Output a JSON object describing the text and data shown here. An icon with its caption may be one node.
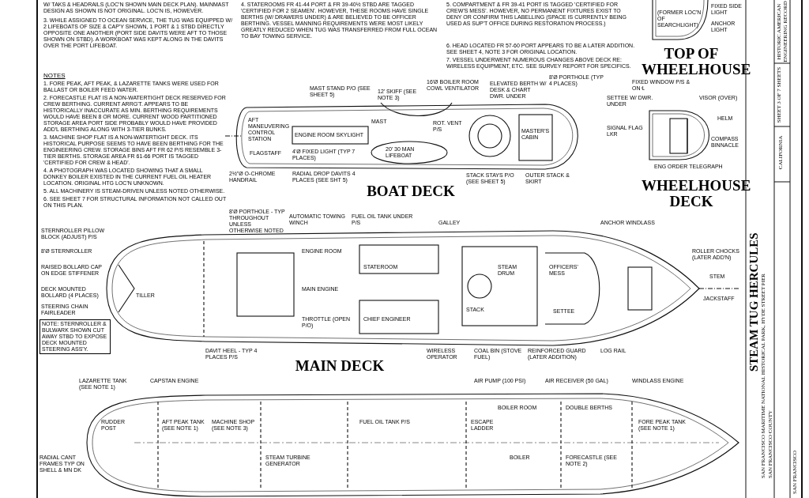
{
  "diagram": {
    "labels": [
      "W/ TAKS & HEADRAILS (LOC'N SHOWN MAIN DECK PLAN). MAINMAST DESIGN AS SHOWN IS NOT ORIGINAL. LOC'N IS, HOWEVER.",
      "3. WHILE ASSIGNED TO OCEAN SERVICE, THE TUG WAS EQUIPPED W/ 2 LIFEBOATS OF SIZE & CAP'Y SHOWN, 1 PORT & 1 STBD DIRECTLY OPPOSITE ONE ANOTHER (PORT SIDE DAVITS WERE AFT TO THOSE SHOWN ON STBD). A WORKBOAT WAS KEPT ALONG IN THE DAVITS OVER THE PORT LIFEBOAT.",
      "4. STATEROOMS FR 41-44 PORT & FR 39-40½ STBD ARE TAGGED 'CERTIFIED FOR 2 SEAMEN'. HOWEVER, THESE ROOMS HAVE SINGLE BERTHS (W/ DRAWERS UNDER) & ARE BELIEVED TO BE OFFICER BERTHING. VESSEL MANNING REQUIREMENTS WERE MOST LIKELY GREATLY REDUCED WHEN TUG WAS TRANSFERRED FROM FULL OCEAN TO BAY TOWING SERVICE.",
      "5. COMPARTMENT & FR 39-41 PORT IS TAGGED 'CERTIFIED FOR CREW'S MESS'. HOWEVER, NO PERMANENT FIXTURES EXIST TO DENY OR CONFIRM THIS LABELLING (SPACE IS CURRENTLY BEING USED AS SUP'T OFFICE DURING RESTORATION PROCESS.)",
      "6. HEAD LOCATED FR 57-60 PORT APPEARS TO BE A LATER ADDITION. SEE SHEET 4, NOTE 3 FOR ORIGINAL LOCATION.",
      "7. VESSEL UNDERWENT NUMEROUS CHANGES ABOVE DECK RE: WIRELESS EQUIPMENT, ETC. SEE SURVEY REPORT FOR SPECIFICS.",
      "NOTES",
      "1. FORE PEAK, AFT PEAK, & LAZARETTE TANKS WERE USED FOR BALLAST OR BOILER FEED WATER.",
      "2. FORECASTLE FLAT IS A NON-WATERTIGHT DECK RESERVED FOR CREW BERTHING. CURRENT ARRG'T. APPEARS TO BE HISTORICALLY INACCURATE AS MIN. BERTHING REQUIREMENTS WOULD HAVE BEEN 8 OR MORE. CURRENT WOOD PARTITIONED STORAGE AREA PORT SIDE PROBABLY WOULD HAVE PROVIDED ADD'L BERTHING ALONG WITH 3-TIER BUNKS.",
      "3. MACHINE SHOP FLAT IS A NON-WATERTIGHT DECK. ITS HISTORICAL PURPOSE SEEMS TO HAVE BEEN BERTHING FOR THE ENGINEERING CREW. STORAGE BINS AFT FR 62 P/S RESEMBLE 3-TIER BERTHS. STORAGE AREA FR 61-66 PORT IS TAGGED 'CERTIFIED FOR CREW & HEAD'.",
      "4. A PHOTOGRAPH WAS LOCATED SHOWING THAT A SMALL DONKEY BOILER EXISTED IN THE CURRENT FUEL OIL HEATER LOCATION. ORIGINAL HTG LOC'N UNKNOWN.",
      "5. ALL MACHINERY IS STEAM-DRIVEN UNLESS NOTED OTHERWISE.",
      "6. SEE SHEET 7 FOR STRUCTURAL INFORMATION NOT CALLED OUT ON THIS PLAN.",
      "MAST STAND P/O (SEE SHEET 5)",
      "12' SKIFF (SEE NOTE 3)",
      "16'Ø BOILER ROOM COWL VENTILATOR",
      "ELEVATED BERTH W/ DESK & CHART DWR. UNDER",
      "8'Ø PORTHOLE (TYP 4 PLACES)",
      "AFT MANEUVERING CONTROL STATION",
      "ENGINE ROOM SKYLIGHT",
      "MAST",
      "ROT. VENT P/S",
      "MASTER'S CABIN",
      "FLAGSTAFF",
      "4'Ø FIXED LIGHT (TYP 7 PLACES)",
      "20' 30 MAN LIFEBOAT",
      "2½\"Ø O-CHROME HANDRAIL",
      "RADIAL DROP DAVITS 4 PLACES (SEE SHT 5)",
      "BOAT DECK",
      "STACK STAYS P/O (SEE SHEET 5)",
      "OUTER STACK & SKIRT",
      "(FORMER LOC'N OF SEARCHLIGHT)",
      "FIXED SIDE LIGHT",
      "ANCHOR LIGHT",
      "TOP OF WHEELHOUSE",
      "FIXED WINDOW P/S & ON ℄",
      "SETTEE W/ DWR. UNDER",
      "VISOR (OVER)",
      "HELM",
      "SIGNAL FLAG LKR",
      "COMPASS BINNACLE",
      "ENG ORDER TELEGRAPH",
      "WHEELHOUSE DECK",
      "8'Ø PORTHOLE - TYP THROUGHOUT UNLESS OTHERWISE NOTED",
      "AUTOMATIC TOWING WINCH",
      "FUEL OIL TANK UNDER P/S",
      "GALLEY",
      "ANCHOR WINDLASS",
      "STERNROLLER PILLOW BLOCK (ADJUST) P/S",
      "8'Ø STERNROLLER",
      "ENGINE ROOM",
      "ROLLER CHOCKS (LATER ADD'N)",
      "RAISED BOLLARD CAP ON EDGE STIFFENER",
      "STATEROOM",
      "STEAM DRUM",
      "OFFICERS' MESS",
      "STEM",
      "DECK MOUNTED BOLLARD (4 PLACES)",
      "TILLER",
      "MAIN ENGINE",
      "JACKSTAFF",
      "STEERING CHAIN FAIRLEADER",
      "STACK",
      "SETTEE",
      "NOTE: STERNROLLER & BULWARK SHOWN CUT AWAY STBD TO EXPOSE DECK MOUNTED STEERING ASS'Y.",
      "THROTTLE (OPEN P/O)",
      "CHIEF ENGINEER",
      "DAVIT HEEL - TYP 4 PLACES P/S",
      "WIRELESS OPERATOR",
      "COAL BIN (STOVE FUEL)",
      "REINFORCED GUARD (LATER ADDITION)",
      "LOG RAIL",
      "MAIN DECK",
      "LAZARETTE TANK (SEE NOTE 1)",
      "CAPSTAN ENGINE",
      "AIR PUMP (100 PSI)",
      "AIR RECEIVER (50 GAL)",
      "WINDLASS ENGINE",
      "BOILER ROOM",
      "DOUBLE BERTHS",
      "RUDDER POST",
      "AFT PEAK TANK (SEE NOTE 1)",
      "MACHINE SHOP (SEE NOTE 3)",
      "FUEL OIL TANK P/S",
      "ESCAPE LADDER",
      "FORE PEAK TANK (SEE NOTE 1)",
      "RADIAL CANT FRAMES TYP ON SHELL & MN DK",
      "STEAM TURBINE GENERATOR",
      "BOILER",
      "FORECASTLE (SEE NOTE 2)",
      "HISTORIC AMERICAN ENGINEERING RECORD",
      "SHEET 3 OF 7 SHEETS",
      "CALIFORNIA",
      "STEAM TUG HERCULES",
      "SAN FRANCISCO MARITIME NATIONAL HISTORICAL PARK, HYDE STREET PIER",
      "SAN FRANCISCO COUNTY",
      "SAN FRANCISCO"
    ]
  }
}
